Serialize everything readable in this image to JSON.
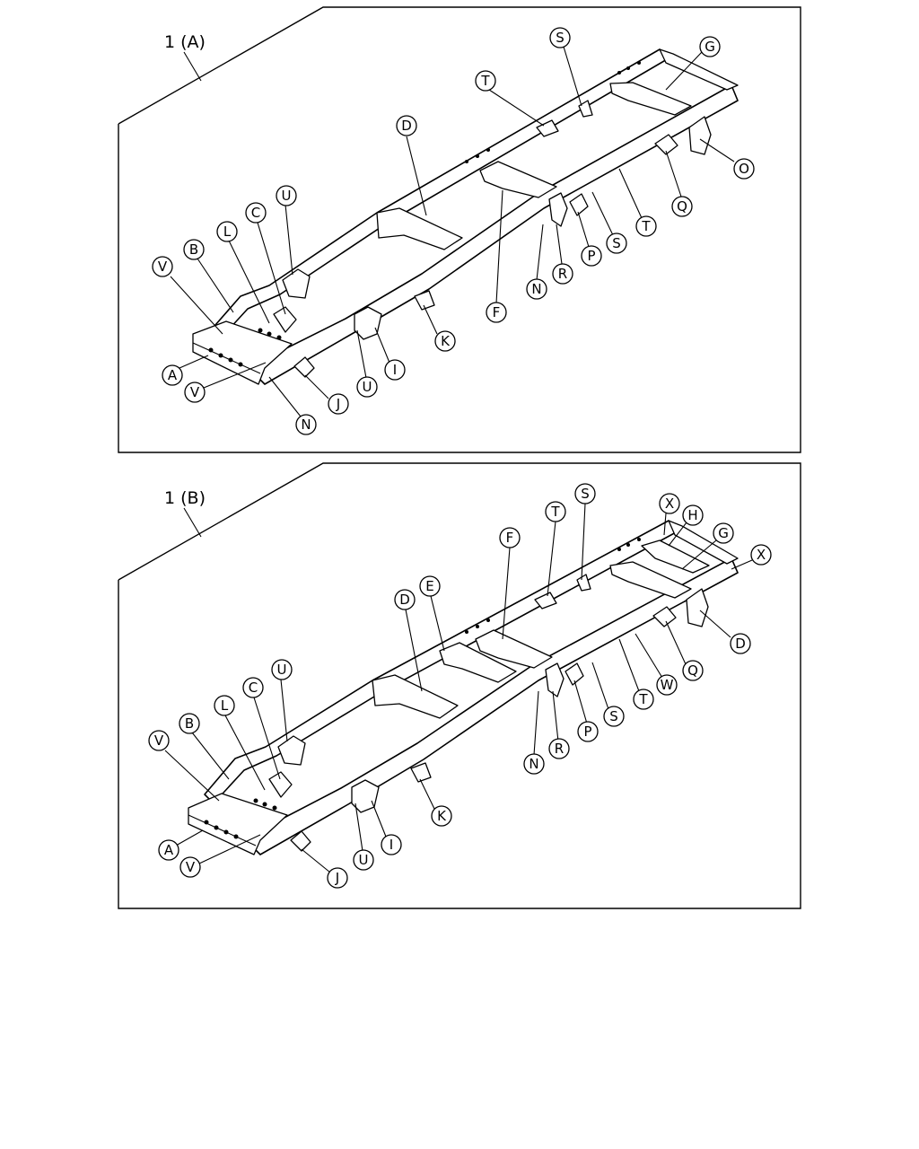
{
  "panels": [
    {
      "title": "1 (A)",
      "callouts": [
        "A",
        "B",
        "C",
        "D",
        "F",
        "G",
        "I",
        "J",
        "K",
        "L",
        "N",
        "N",
        "O",
        "P",
        "Q",
        "R",
        "S",
        "S",
        "T",
        "T",
        "U",
        "U",
        "V",
        "V"
      ]
    },
    {
      "title": "1 (B)",
      "callouts": [
        "A",
        "B",
        "C",
        "D",
        "D",
        "E",
        "F",
        "G",
        "H",
        "I",
        "J",
        "K",
        "L",
        "N",
        "P",
        "Q",
        "R",
        "S",
        "S",
        "T",
        "T",
        "U",
        "U",
        "V",
        "V",
        "W",
        "X",
        "X"
      ]
    }
  ]
}
